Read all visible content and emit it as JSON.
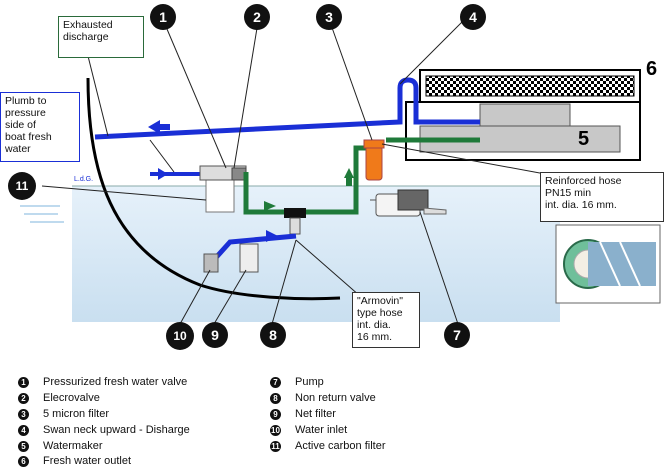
{
  "callouts": {
    "exhausted_discharge": "Exhausted\ndischarge",
    "plumb": "Plumb to\npressure\nside of\nboat fresh\nwater",
    "reinforced_hose": "Reinforced hose\nPN15  min\nint. dia.  16 mm.",
    "armovin_hose": "\"Armovin\"\ntype hose\nint. dia.\n16 mm."
  },
  "waterline_label": "L.d.G.",
  "units": {
    "watermaker": "5",
    "freshwater_outlet": "6"
  },
  "badges": [
    "1",
    "2",
    "3",
    "4",
    "5",
    "6",
    "7",
    "8",
    "9",
    "10",
    "11"
  ],
  "legend": {
    "left": [
      {
        "num": "1",
        "text": "Pressurized fresh water valve"
      },
      {
        "num": "2",
        "text": "Elecrovalve"
      },
      {
        "num": "3",
        "text": "5 micron filter"
      },
      {
        "num": "4",
        "text": "Swan neck upward - Disharge"
      },
      {
        "num": "5",
        "text": "Watermaker"
      },
      {
        "num": "6",
        "text": "Fresh water outlet"
      }
    ],
    "right": [
      {
        "num": "7",
        "text": "Pump"
      },
      {
        "num": "8",
        "text": "Non return valve"
      },
      {
        "num": "9",
        "text": "Net filter"
      },
      {
        "num": "10",
        "text": "Water inlet"
      },
      {
        "num": "11",
        "text": "Active carbon filter"
      }
    ]
  },
  "colors": {
    "blue_hose": "#1a2fd6",
    "green_hose": "#1f7a3a",
    "water": "#dcebf7",
    "filter_orange": "#f07a1a"
  }
}
